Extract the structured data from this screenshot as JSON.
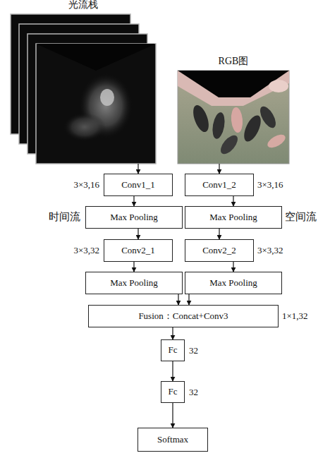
{
  "diagram": {
    "nodes": [
      {
        "text": [
          "光流栈"
        ]
      },
      {
        "text": [
          "RGB图"
        ]
      },
      {
        "text": [
          "Conv1_1"
        ]
      },
      {
        "text": [
          "Conv1_2"
        ]
      },
      {
        "text": [
          "Max Pooling"
        ]
      },
      {
        "text": [
          "Max Pooling"
        ]
      },
      {
        "text": [
          "Conv2_1"
        ]
      },
      {
        "text": [
          "Conv2_2"
        ]
      },
      {
        "text": [
          "Max Pooling"
        ]
      },
      {
        "text": [
          "Max Pooling"
        ]
      },
      {
        "text": [
          "Fusion：Concat+Conv3"
        ]
      },
      {
        "text": [
          "Fc"
        ]
      },
      {
        "text": [
          "Fc"
        ]
      },
      {
        "text": [
          "Softmax"
        ]
      }
    ],
    "edges": [
      {
        "from": 0,
        "to": 2,
        "arrow": "to"
      },
      {
        "from": 1,
        "to": 3,
        "arrow": "to"
      },
      {
        "from": 2,
        "to": 4,
        "arrow": "to"
      },
      {
        "from": 3,
        "to": 5,
        "arrow": "to"
      },
      {
        "from": 4,
        "to": 6,
        "arrow": "to"
      },
      {
        "from": 5,
        "to": 7,
        "arrow": "to"
      },
      {
        "from": 6,
        "to": 8,
        "arrow": "to"
      },
      {
        "from": 7,
        "to": 9,
        "arrow": "to"
      },
      {
        "from": 8,
        "to": 10,
        "arrow": "to"
      },
      {
        "from": 9,
        "to": 10,
        "arrow": "to"
      },
      {
        "from": 10,
        "to": 11,
        "arrow": "to"
      },
      {
        "from": 11,
        "to": 12,
        "arrow": "to"
      },
      {
        "from": 12,
        "to": 13,
        "arrow": "to"
      }
    ],
    "labels": [
      "3×3,16",
      "3×3,16",
      "时间流",
      "空间流",
      "3×3,32",
      "3×3,32",
      "1×1,32",
      "32",
      "32"
    ]
  }
}
